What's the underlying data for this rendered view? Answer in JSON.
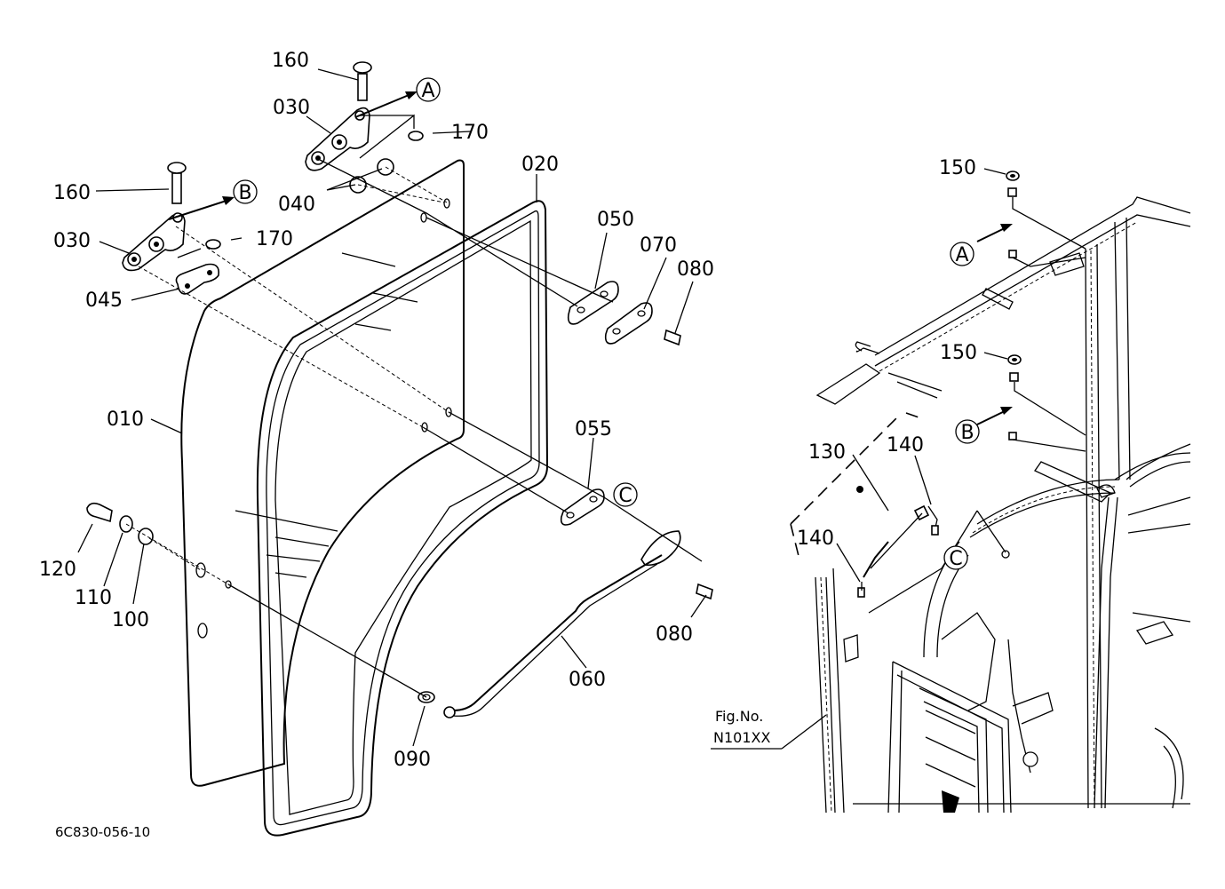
{
  "drawing_id": "6C830-056-10",
  "figure_ref": {
    "line1": "Fig.No.",
    "line2": "N101XX"
  },
  "callouts": {
    "A": "A",
    "B": "B",
    "C": "C"
  },
  "part_labels": {
    "p160_a": "160",
    "p030_a": "030",
    "p170_a": "170",
    "p040": "040",
    "p020": "020",
    "p160_b": "160",
    "p030_b": "030",
    "p170_b": "170",
    "p045": "045",
    "p050": "050",
    "p070": "070",
    "p080_a": "080",
    "p010": "010",
    "p055": "055",
    "p120": "120",
    "p110": "110",
    "p100": "100",
    "p080_b": "080",
    "p060": "060",
    "p090": "090",
    "p150_a": "150",
    "p150_b": "150",
    "p130": "130",
    "p140_a": "140",
    "p140_b": "140"
  }
}
